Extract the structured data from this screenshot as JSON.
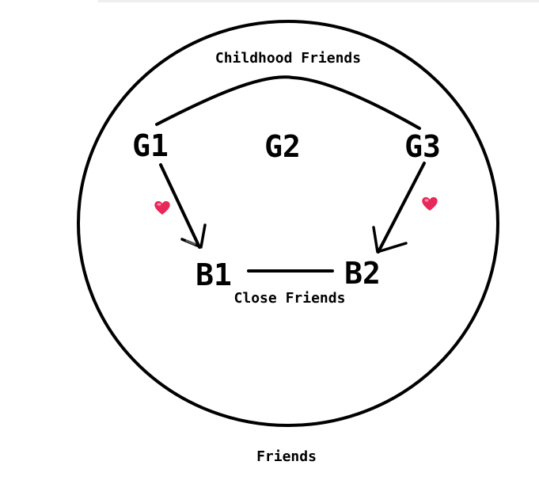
{
  "nodes": {
    "g1": "G1",
    "g2": "G2",
    "g3": "G3",
    "b1": "B1",
    "b2": "B2"
  },
  "labels": {
    "outer_circle": "Childhood Friends",
    "edge_b1_b2": "Close Friends",
    "bottom": "Friends"
  },
  "icons": {
    "heart_left": "heart-icon",
    "heart_right": "heart-icon"
  },
  "colors": {
    "stroke": "#000000",
    "heart": "#e8285a"
  }
}
